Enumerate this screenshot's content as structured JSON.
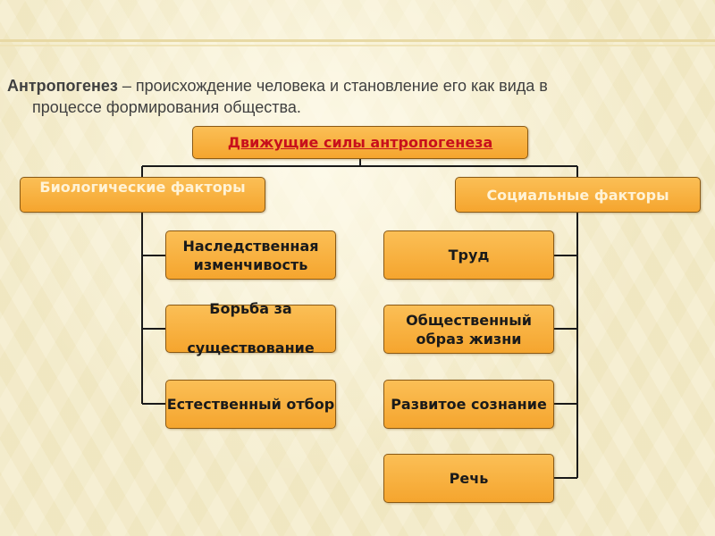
{
  "intro": {
    "term": "Антропогенез",
    "line1_rest": " – происхождение человека и становление его как вида в",
    "line2": "процессе формирования общества."
  },
  "diagram": {
    "root": "Движущие силы антропогенеза",
    "biological": {
      "title": "Биологические факторы",
      "items": [
        "Наследственная изменчивость",
        "Борьба за",
        "существование",
        "Естественный отбор"
      ]
    },
    "social": {
      "title": "Социальные факторы",
      "items": [
        "Труд",
        "Общественный образ жизни",
        "Развитое сознание",
        "Речь"
      ]
    }
  },
  "colors": {
    "box_fill": "#f5a52e",
    "box_border": "#8a5a16",
    "root_text": "#c8101c",
    "category_text": "#fff3d6",
    "connector": "#1a1a1a",
    "background": "#f4ecca"
  }
}
